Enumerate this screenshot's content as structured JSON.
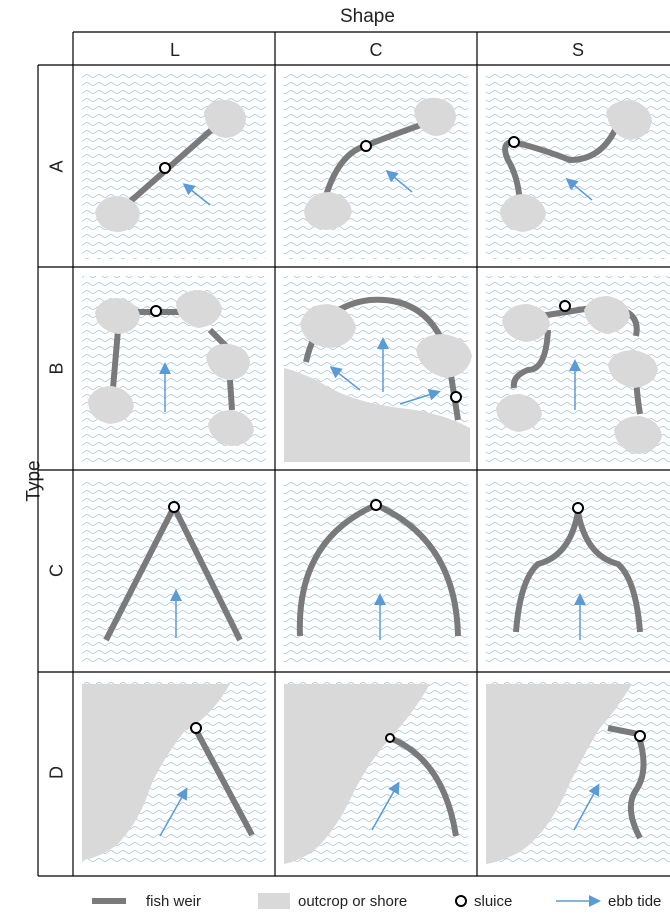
{
  "titles": {
    "shape": "Shape",
    "type": "Type"
  },
  "columns": [
    "L",
    "C",
    "S"
  ],
  "rows": [
    "A",
    "B",
    "C",
    "D"
  ],
  "legend": {
    "fish_weir": "fish weir",
    "outcrop": "outcrop or shore",
    "sluice": "sluice",
    "ebb_tide": "ebb tide"
  },
  "colors": {
    "weir": "#7a7a7a",
    "outcrop": "#d9d9d9",
    "water": "#9cc3e6",
    "arrow": "#5b9bd5",
    "grid": "#000000"
  }
}
